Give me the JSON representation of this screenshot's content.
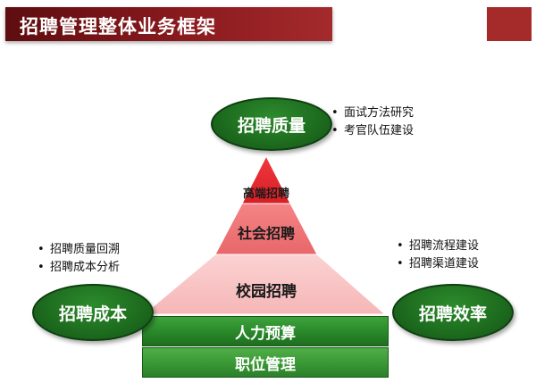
{
  "title": "招聘管理整体业务框架",
  "circles": {
    "quality": "招聘质量",
    "cost": "招聘成本",
    "efficiency": "招聘效率"
  },
  "bullets": {
    "quality": [
      "面试方法研究",
      "考官队伍建设"
    ],
    "cost": [
      "招聘质量回溯",
      "招聘成本分析"
    ],
    "efficiency": [
      "招聘流程建设",
      "招聘渠道建设"
    ]
  },
  "pyramid": {
    "top": "高端招聘",
    "middle": "社会招聘",
    "bottom": "校园招聘"
  },
  "foundation": {
    "budget": "人力预算",
    "position": "职位管理"
  },
  "colors": {
    "title_bar": "#8a1a1e",
    "circle_green": "#1d6b1e",
    "tier_top": "#e5242b",
    "tier_middle": "#ef7778",
    "tier_bottom": "#f8c2c2",
    "bar_green": "#2a8a2a"
  }
}
